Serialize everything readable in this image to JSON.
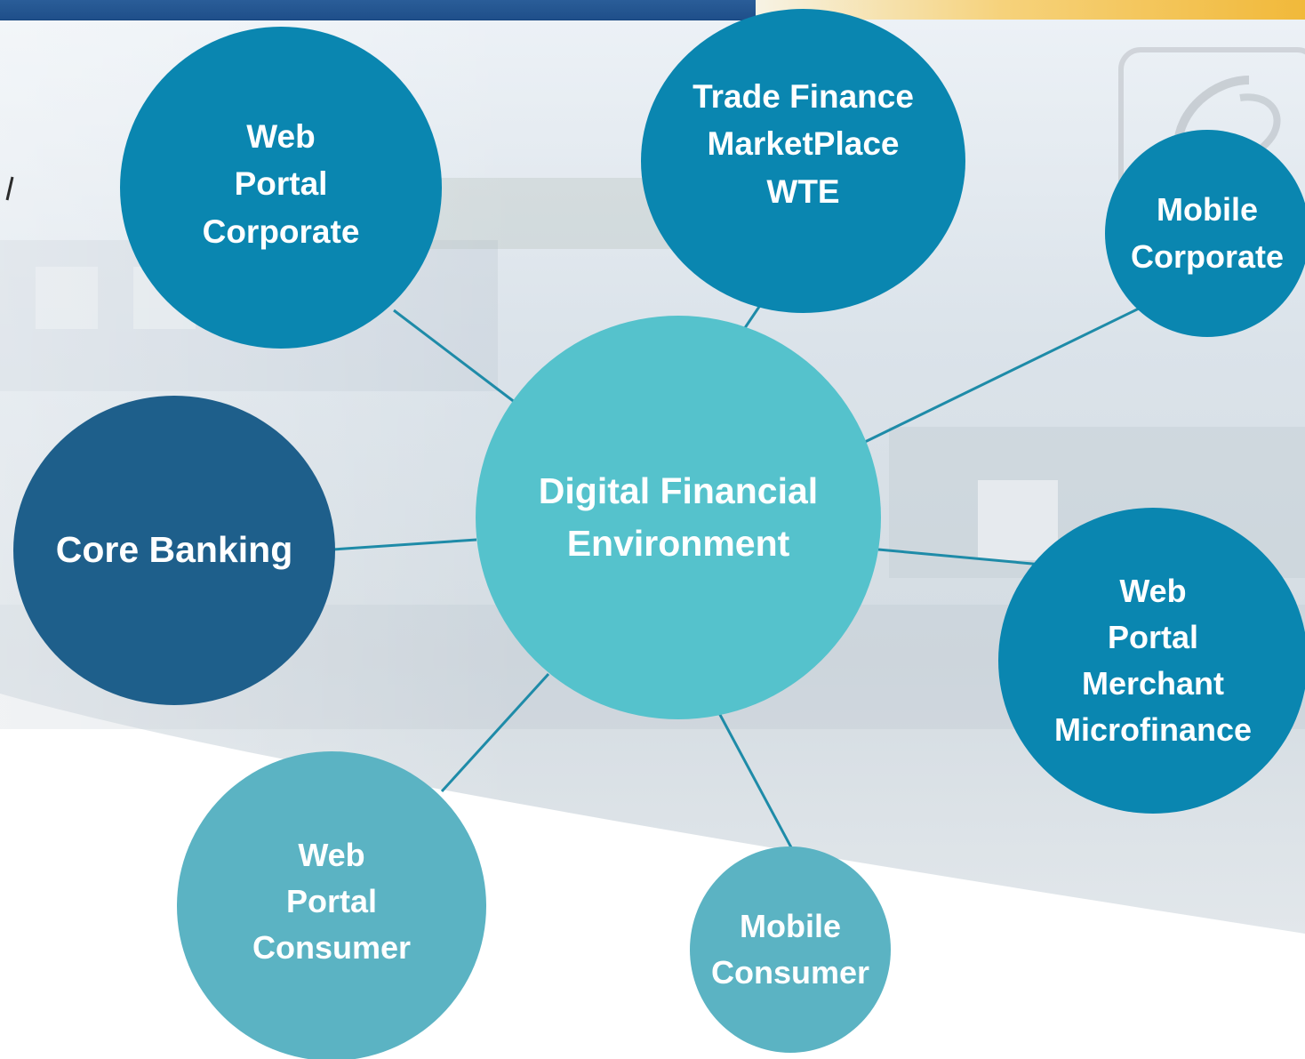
{
  "diagram": {
    "center": {
      "label": "Digital Financial\nEnvironment"
    },
    "nodes": [
      {
        "id": "web-portal-corporate",
        "label": "Web\nPortal\nCorporate"
      },
      {
        "id": "trade-finance",
        "label": "Trade Finance\nMarketPlace\nWTE"
      },
      {
        "id": "mobile-corporate",
        "label": "Mobile\nCorporate"
      },
      {
        "id": "core-banking",
        "label": "Core Banking"
      },
      {
        "id": "web-portal-merchant",
        "label": "Web\nPortal\nMerchant\nMicrofinance"
      },
      {
        "id": "web-portal-consumer",
        "label": "Web\nPortal\nConsumer"
      },
      {
        "id": "mobile-consumer",
        "label": "Mobile\nConsumer"
      }
    ]
  },
  "colors": {
    "center": "#55c2cc",
    "corporate_nodes": "#0a86b0",
    "core_banking": "#1e5f8b",
    "consumer_nodes": "#5bb3c3",
    "connector": "#1e8ba8",
    "top_bar_blue": "#1f4f8a",
    "top_bar_gold": "#f1b93a"
  }
}
